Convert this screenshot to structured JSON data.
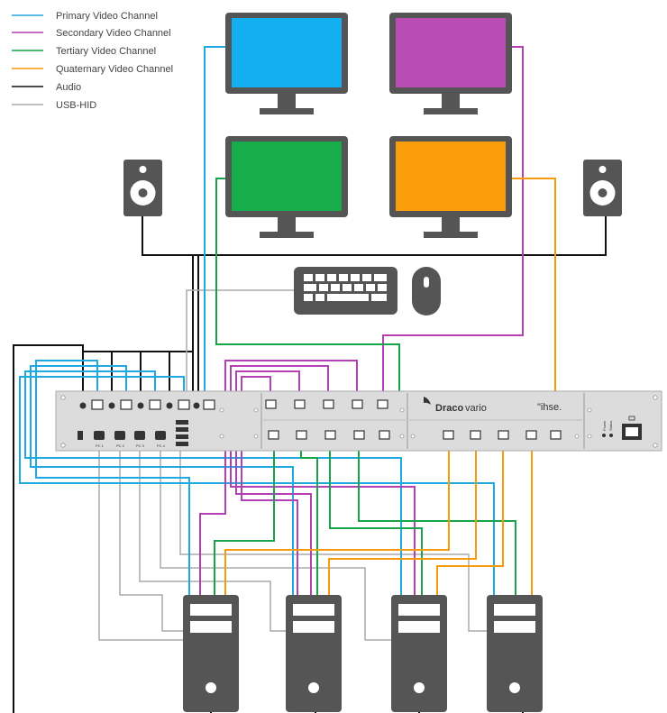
{
  "legend": [
    {
      "label": "Primary Video Channel",
      "color": "#1fa9e0"
    },
    {
      "label": "Secondary Video Channel",
      "color": "#b43fb4"
    },
    {
      "label": "Tertiary Video Channel",
      "color": "#17a34a"
    },
    {
      "label": "Quaternary Video Channel",
      "color": "#f59a0a"
    },
    {
      "label": "Audio",
      "color": "#111111"
    },
    {
      "label": "USB-HID",
      "color": "#aaaaaa"
    }
  ],
  "device": {
    "brand_bold": "Draco",
    "brand_light": "vario",
    "maker": "\"ihse.",
    "pc_labels": [
      "PC 1",
      "PC 2",
      "PC 3",
      "PC 4"
    ],
    "power_label": "Power",
    "status_label": "Status"
  },
  "monitor_colors": [
    "#14aff0",
    "#b94db5",
    "#18ad4b",
    "#f99d0a"
  ],
  "computers_count": 4
}
